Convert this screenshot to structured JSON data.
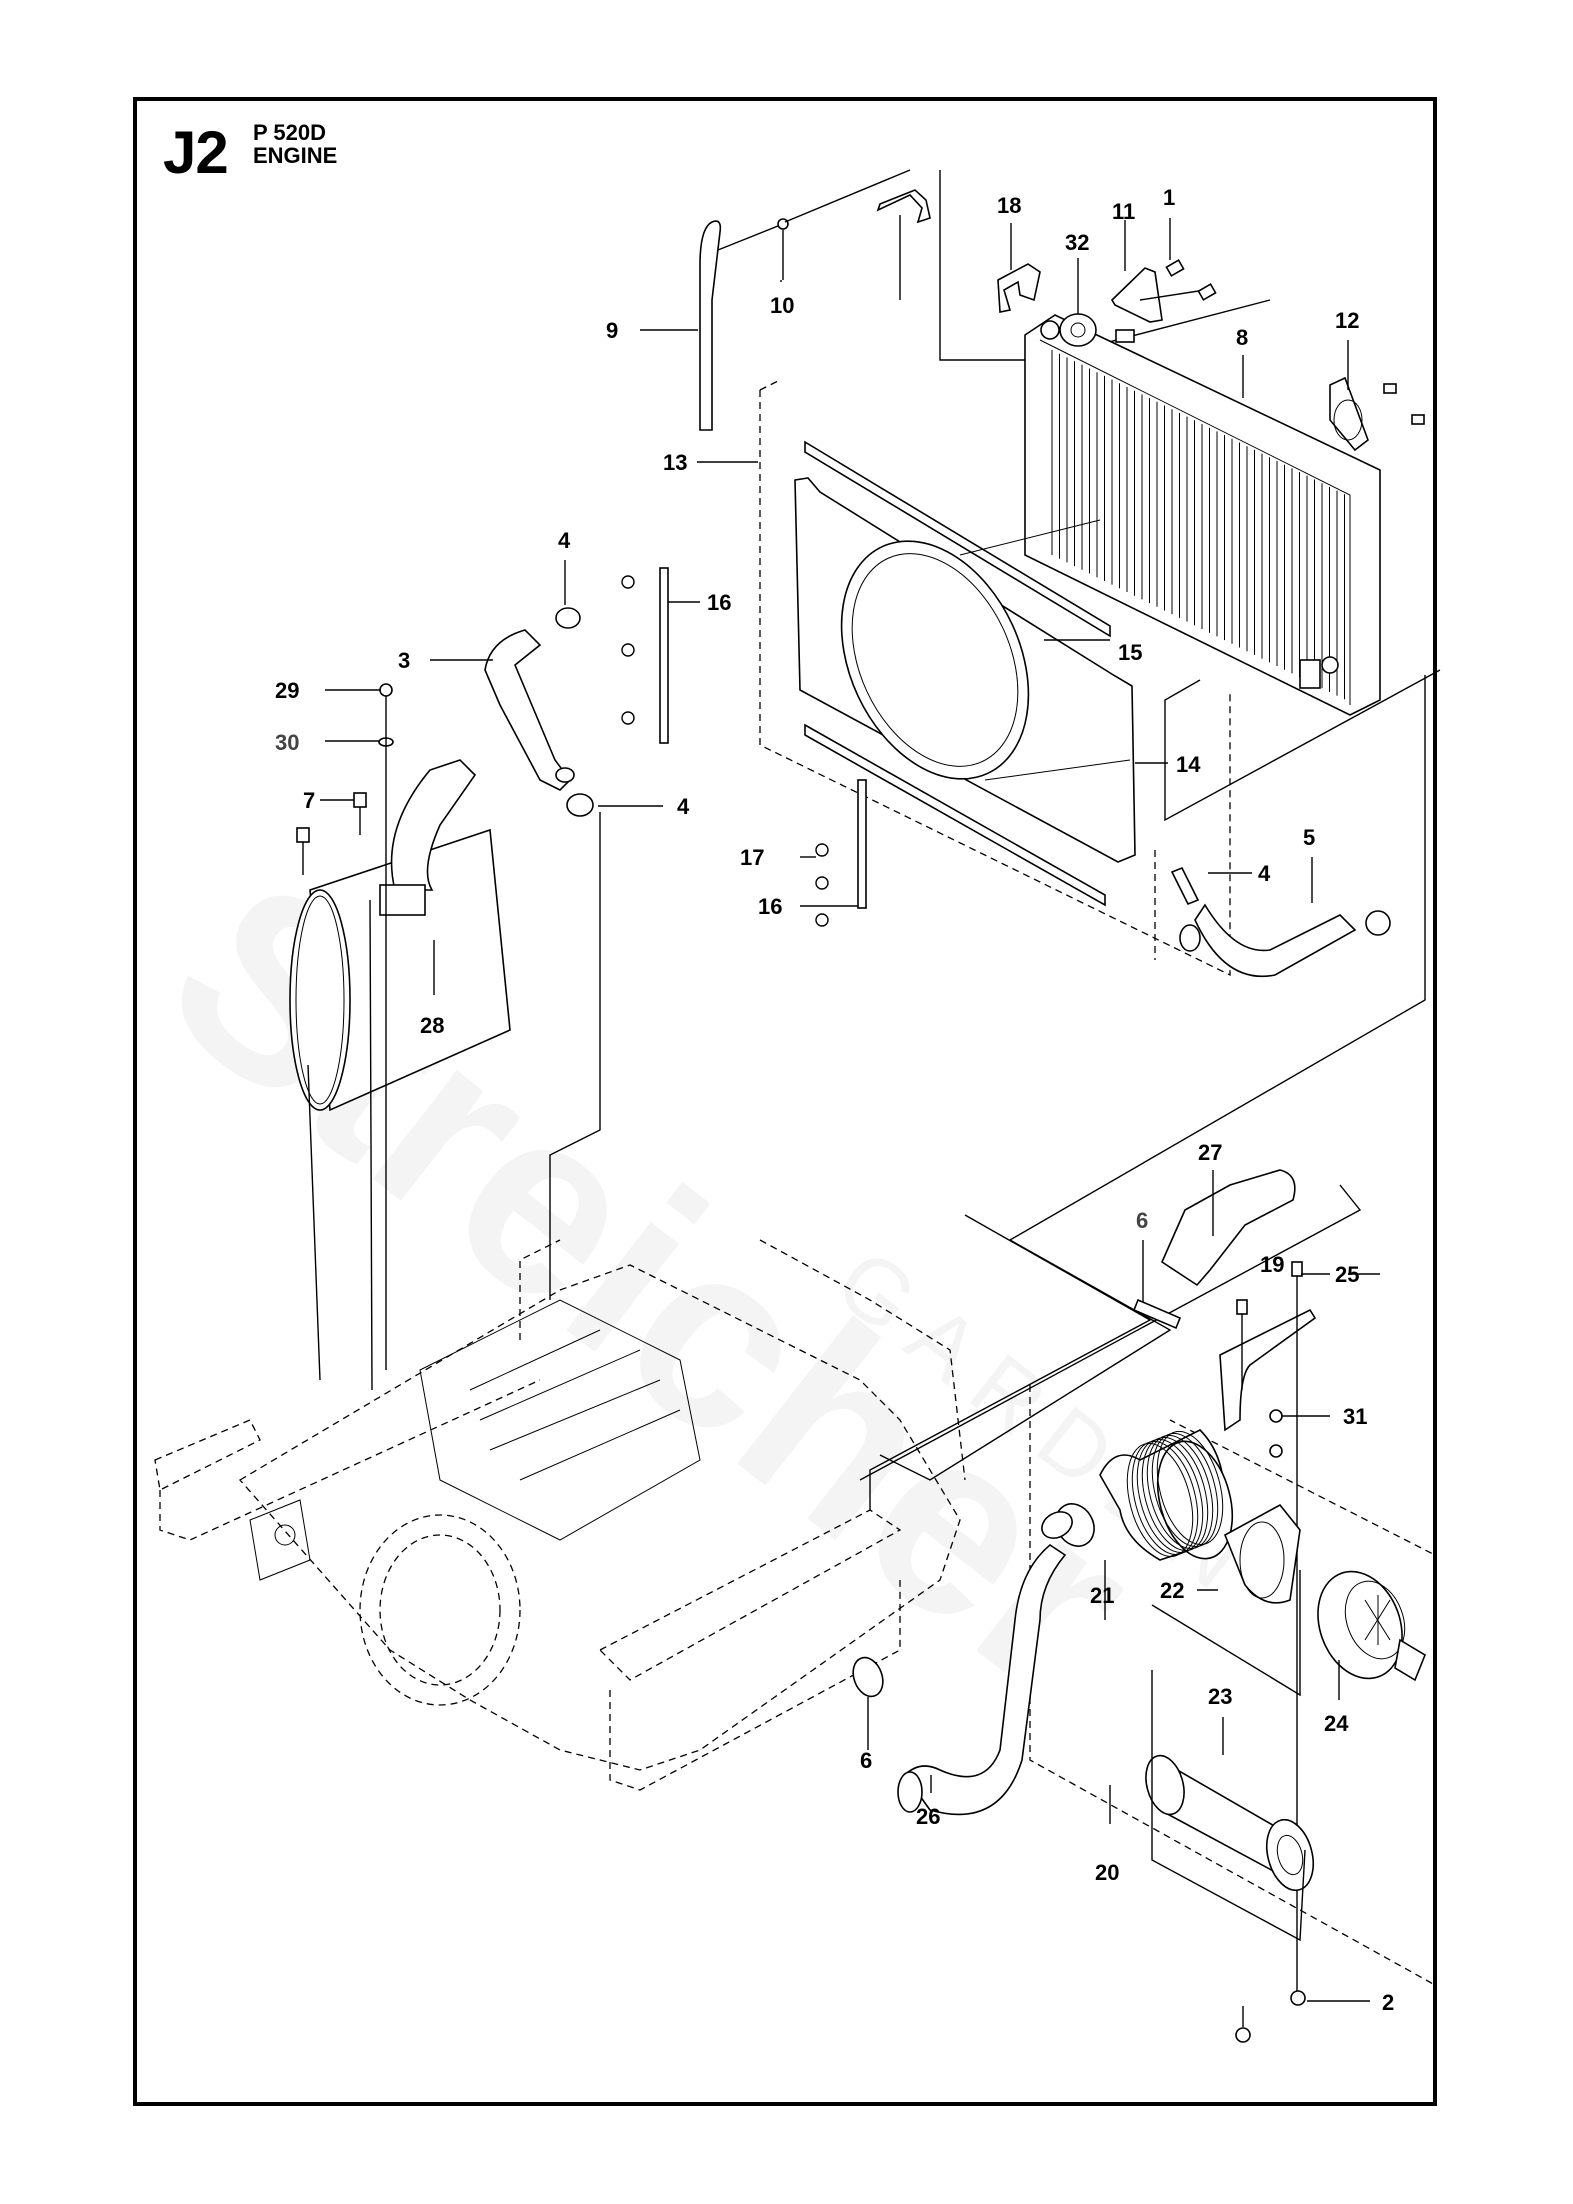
{
  "header": {
    "code": "J2",
    "model": "P 520D",
    "section": "ENGINE"
  },
  "watermark": {
    "brand": "Streicher",
    "sub": "GARDEN"
  },
  "callouts": [
    {
      "id": "c1",
      "label": "1",
      "part": "screw"
    },
    {
      "id": "c2",
      "label": "2",
      "part": "nut"
    },
    {
      "id": "c3",
      "label": "3",
      "part": "upper-radiator-hose"
    },
    {
      "id": "c4a",
      "label": "4",
      "part": "hose-clamp"
    },
    {
      "id": "c4b",
      "label": "4",
      "part": "hose-clamp"
    },
    {
      "id": "c4c",
      "label": "4",
      "part": "hose-clamp"
    },
    {
      "id": "c5",
      "label": "5",
      "part": "lower-radiator-hose"
    },
    {
      "id": "c6a",
      "label": "6",
      "part": "hose-clamp",
      "tone": "gray"
    },
    {
      "id": "c6b",
      "label": "6",
      "part": "hose-clamp"
    },
    {
      "id": "c7",
      "label": "7",
      "part": "bolt"
    },
    {
      "id": "c8",
      "label": "8",
      "part": "radiator"
    },
    {
      "id": "c9",
      "label": "9",
      "part": "overflow-hose"
    },
    {
      "id": "c10",
      "label": "10",
      "part": "hose-clip"
    },
    {
      "id": "c11",
      "label": "11",
      "part": "bracket-left"
    },
    {
      "id": "c12",
      "label": "12",
      "part": "bracket-right"
    },
    {
      "id": "c13",
      "label": "13",
      "part": "fan-shroud-kit"
    },
    {
      "id": "c14",
      "label": "14",
      "part": "fan-shroud"
    },
    {
      "id": "c15",
      "label": "15",
      "part": "seal-strip"
    },
    {
      "id": "c16a",
      "label": "16",
      "part": "mounting-bar"
    },
    {
      "id": "c16b",
      "label": "16",
      "part": "mounting-bar"
    },
    {
      "id": "c17",
      "label": "17",
      "part": "screw"
    },
    {
      "id": "c18",
      "label": "18",
      "part": "clip"
    },
    {
      "id": "c19",
      "label": "19",
      "part": "air-filter-bracket"
    },
    {
      "id": "c20",
      "label": "20",
      "part": "air-filter-assembly"
    },
    {
      "id": "c21",
      "label": "21",
      "part": "air-filter-housing"
    },
    {
      "id": "c22",
      "label": "22",
      "part": "mounting-strap"
    },
    {
      "id": "c23",
      "label": "23",
      "part": "filter-element"
    },
    {
      "id": "c24",
      "label": "24",
      "part": "filter-cover"
    },
    {
      "id": "c25",
      "label": "25",
      "part": "bolt"
    },
    {
      "id": "c26",
      "label": "26",
      "part": "intake-hose"
    },
    {
      "id": "c27",
      "label": "27",
      "part": "intake-hose-upper"
    },
    {
      "id": "c28",
      "label": "28",
      "part": "muffler"
    },
    {
      "id": "c29",
      "label": "29",
      "part": "nut"
    },
    {
      "id": "c30",
      "label": "30",
      "part": "washer",
      "tone": "gray"
    },
    {
      "id": "c31",
      "label": "31",
      "part": "screw"
    },
    {
      "id": "c32",
      "label": "32",
      "part": "radiator-cap"
    }
  ]
}
